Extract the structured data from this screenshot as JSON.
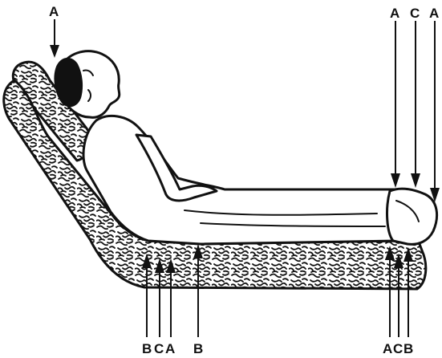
{
  "labels": {
    "top_head": "A",
    "top_right_1": "A",
    "top_right_2": "C",
    "top_right_3": "A",
    "bottom_left_1": "B",
    "bottom_left_2": "C",
    "bottom_left_3": "A",
    "bottom_mid": "B",
    "bottom_right_1": "A",
    "bottom_right_2": "C",
    "bottom_right_3": "B"
  }
}
